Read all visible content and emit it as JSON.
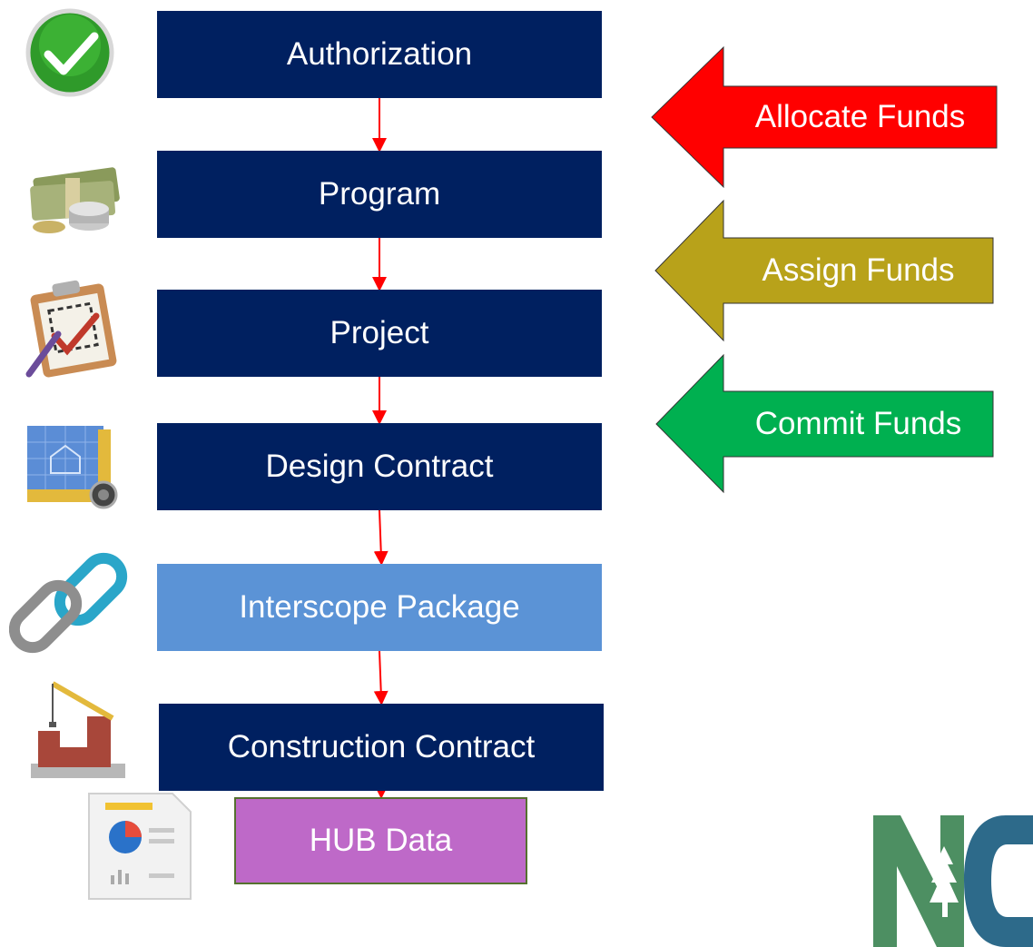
{
  "steps": {
    "authorization": "Authorization",
    "program": "Program",
    "project": "Project",
    "design_contract": "Design Contract",
    "interscope_package": "Interscope Package",
    "construction_contract": "Construction Contract",
    "hub_data": "HUB Data"
  },
  "funds": {
    "allocate": "Allocate Funds",
    "assign": "Assign Funds",
    "commit": "Commit Funds"
  },
  "icons": {
    "authorization": "green-checkmark-icon",
    "program": "money-stack-icon",
    "project": "clipboard-checklist-icon",
    "design_contract": "blueprint-ruler-icon",
    "interscope_package": "chain-link-icon",
    "construction_contract": "crane-brick-wall-icon",
    "hub_data": "report-document-icon",
    "corner_logo": "nc-logo-icon"
  },
  "colors": {
    "navy_box": "#002060",
    "interscope_box": "#5B93D6",
    "hub_box": "#BE69C8",
    "connector_arrow": "#FF0000",
    "allocate_arrow": "#FF0000",
    "assign_arrow": "#B8A21A",
    "commit_arrow": "#00B050"
  }
}
